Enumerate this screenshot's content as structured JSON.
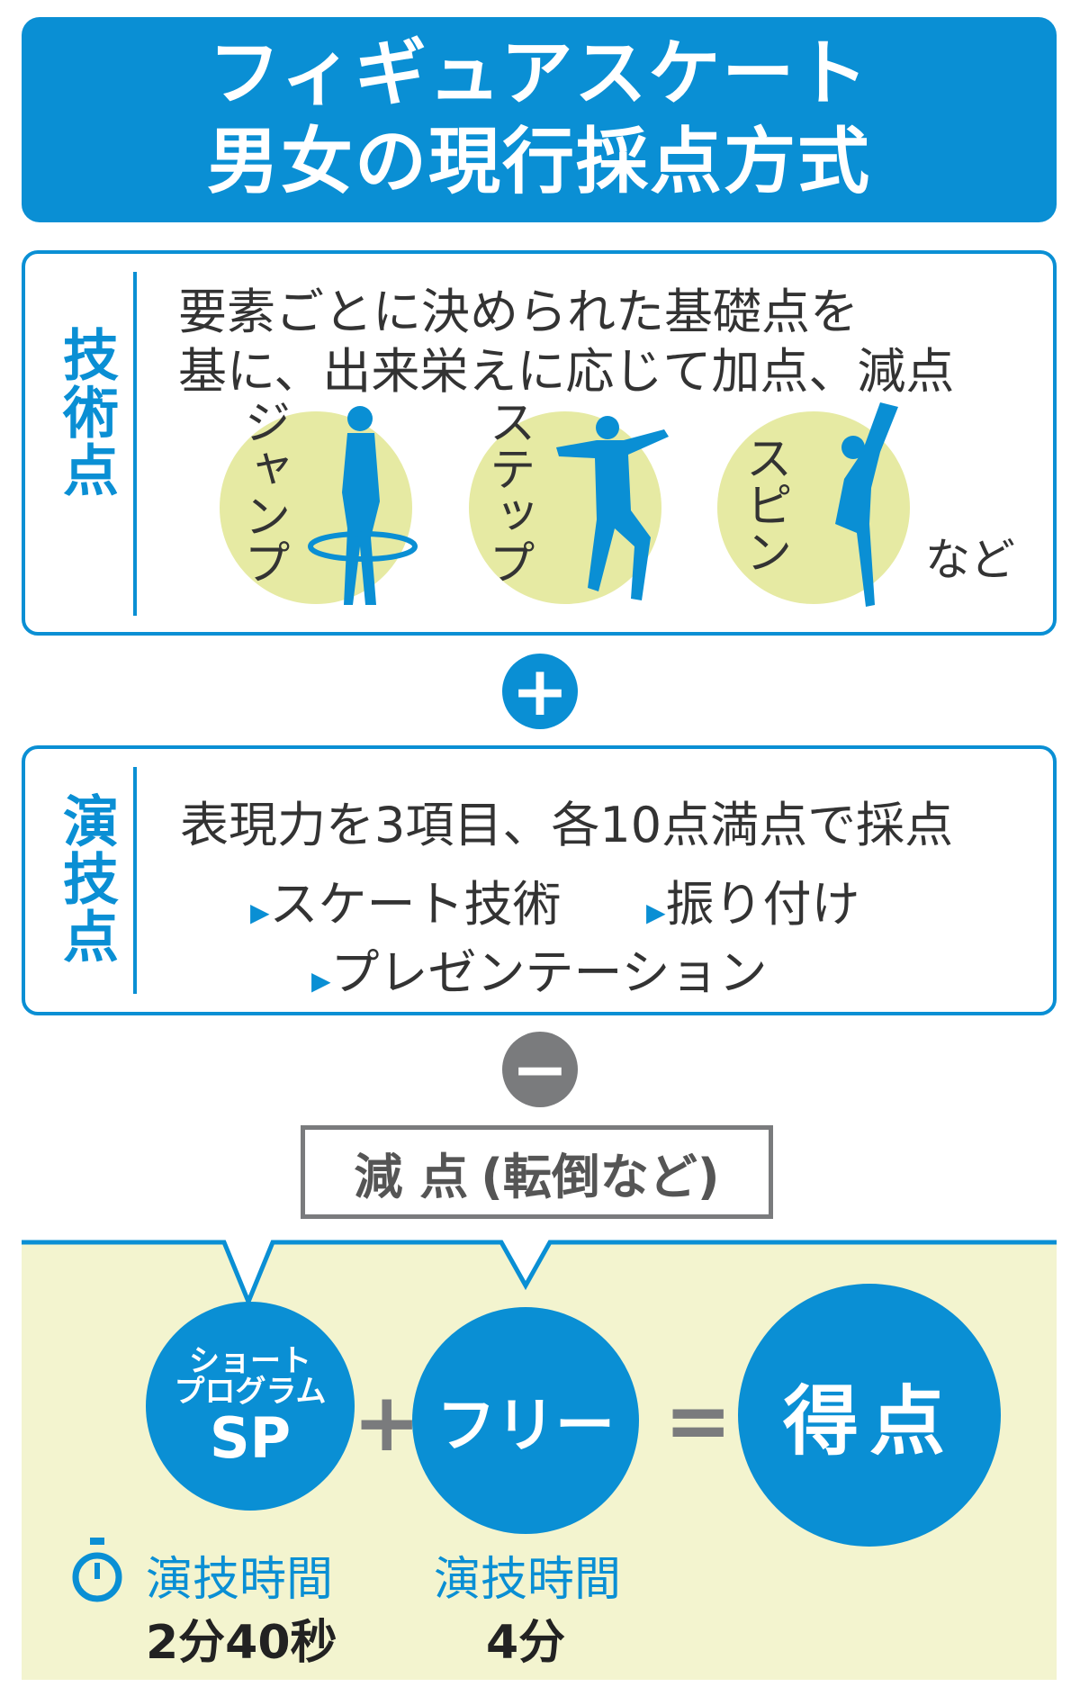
{
  "title": {
    "line1": "フィギュアスケート",
    "line2": "男女の現行採点方式"
  },
  "technical": {
    "label": "技術点",
    "desc_line1": "要素ごとに決められた基礎点を",
    "desc_line2": "基に、出来栄えに応じて加点、減点",
    "elements": [
      {
        "label": "ジャンプ"
      },
      {
        "label": "ステップ"
      },
      {
        "label": "スピン"
      }
    ],
    "etc": "など"
  },
  "plus_symbol": "+",
  "program": {
    "label": "演技点",
    "desc": "表現力を3項目、各10点満点で採点",
    "items": [
      "スケート技術",
      "振り付け",
      "プレゼンテーション"
    ]
  },
  "minus_symbol": "−",
  "deduction": {
    "label": "減 点",
    "note": "(転倒など)"
  },
  "formula": {
    "sp_line1": "ショート",
    "sp_line2": "プログラム",
    "sp_abbr": "SP",
    "plus": "+",
    "free": "フリー",
    "equals": "=",
    "score": "得点"
  },
  "times": [
    {
      "label": "演技時間",
      "value": "2分40秒"
    },
    {
      "label": "演技時間",
      "value": "4分"
    }
  ],
  "colors": {
    "blue": "#0a8fd4",
    "yellow": "#f3f4cf",
    "circle_yellow": "#e6eaa3",
    "grey": "#7a7b7d"
  }
}
